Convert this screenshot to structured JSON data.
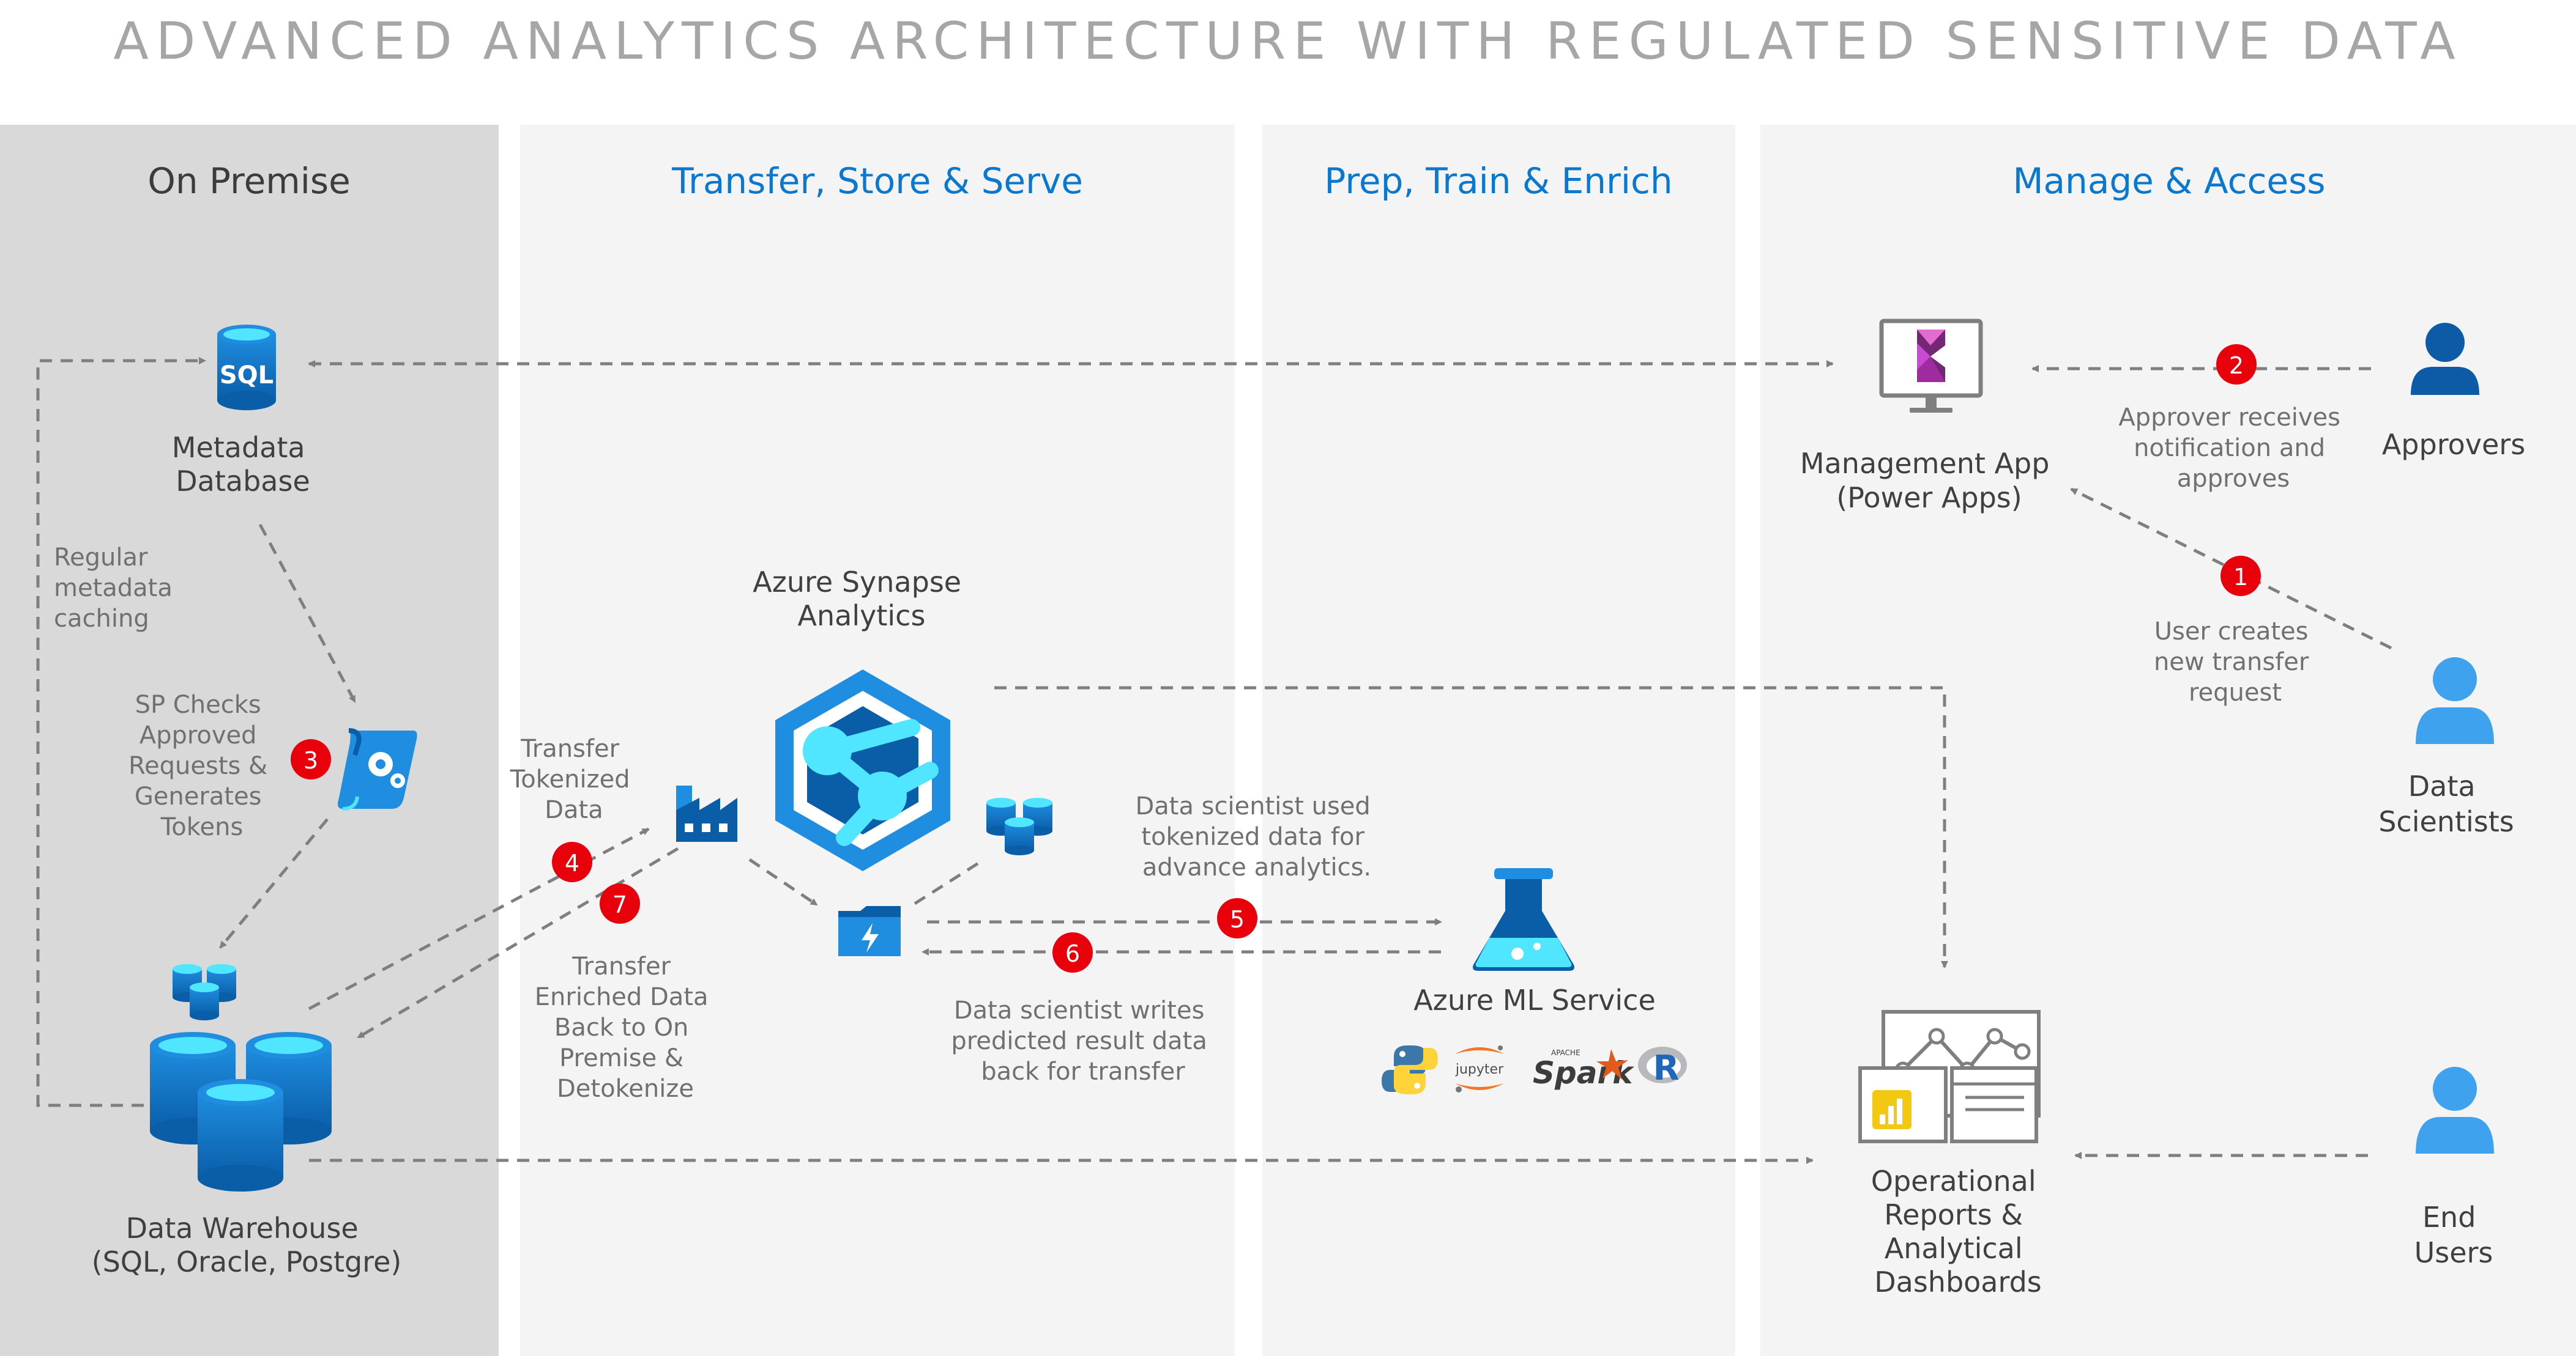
{
  "title": "ADVANCED ANALYTICS ARCHITECTURE WITH REGULATED SENSITIVE DATA",
  "colors": {
    "title": "#a6a6a6",
    "on_premise_bg": "#d9d9d9",
    "zone_bg": "#f4f4f4",
    "heading_dark": "#3c3c3c",
    "heading_blue": "#0b78d0",
    "text": "#404040",
    "note": "#707070",
    "arrow": "#7f7f7f",
    "step_badge": "#e8000b",
    "azure_dark": "#0a5ea8",
    "azure": "#1f8de0",
    "azure_light": "#50e6ff",
    "user_dark": "#0d5aa7",
    "user_light": "#3fa2ee",
    "power_apps": "#9e2ba0",
    "power_bi": "#f2c811"
  },
  "zones": {
    "on_premise": "On Premise",
    "transfer": "Transfer, Store & Serve",
    "prep": "Prep, Train & Enrich",
    "manage": "Manage & Access"
  },
  "nodes": {
    "metadata_db": [
      "Metadata",
      "Database"
    ],
    "sql_badge": "SQL",
    "stored_proc": [
      "SP Checks",
      "Approved",
      "Requests &",
      "Generates",
      "Tokens"
    ],
    "data_warehouse": [
      "Data Warehouse",
      "(SQL, Oracle, Postgre)"
    ],
    "synapse": [
      "Azure Synapse",
      "Analytics"
    ],
    "ml_service": "Azure ML Service",
    "management_app": [
      "Management App",
      "(Power Apps)"
    ],
    "dashboards": [
      "Operational",
      "Reports &",
      "Analytical",
      "Dashboards"
    ],
    "approvers": "Approvers",
    "data_scientists": [
      "Data",
      "Scientists"
    ],
    "end_users": [
      "End",
      "Users"
    ]
  },
  "tools": {
    "python": "python-logo-icon",
    "jupyter": "jupyter",
    "spark": "Spark",
    "spark_small": "APACHE",
    "r": "R"
  },
  "notes": {
    "caching": [
      "Regular",
      "metadata",
      "caching"
    ],
    "transfer_tokenized": [
      "Transfer",
      "Tokenized",
      "Data"
    ],
    "transfer_enriched": [
      "Transfer",
      "Enriched Data",
      "Back to On",
      "Premise &",
      "Detokenize"
    ],
    "ds_used": [
      "Data scientist used",
      "tokenized data for",
      "advance analytics."
    ],
    "ds_writes": [
      "Data scientist writes",
      "predicted result data",
      "back for transfer"
    ],
    "approver_receives": [
      "Approver receives",
      "notification and",
      "approves"
    ],
    "user_creates": [
      "User creates",
      "new transfer",
      "request"
    ]
  },
  "steps": [
    "1",
    "2",
    "3",
    "4",
    "5",
    "6",
    "7"
  ]
}
